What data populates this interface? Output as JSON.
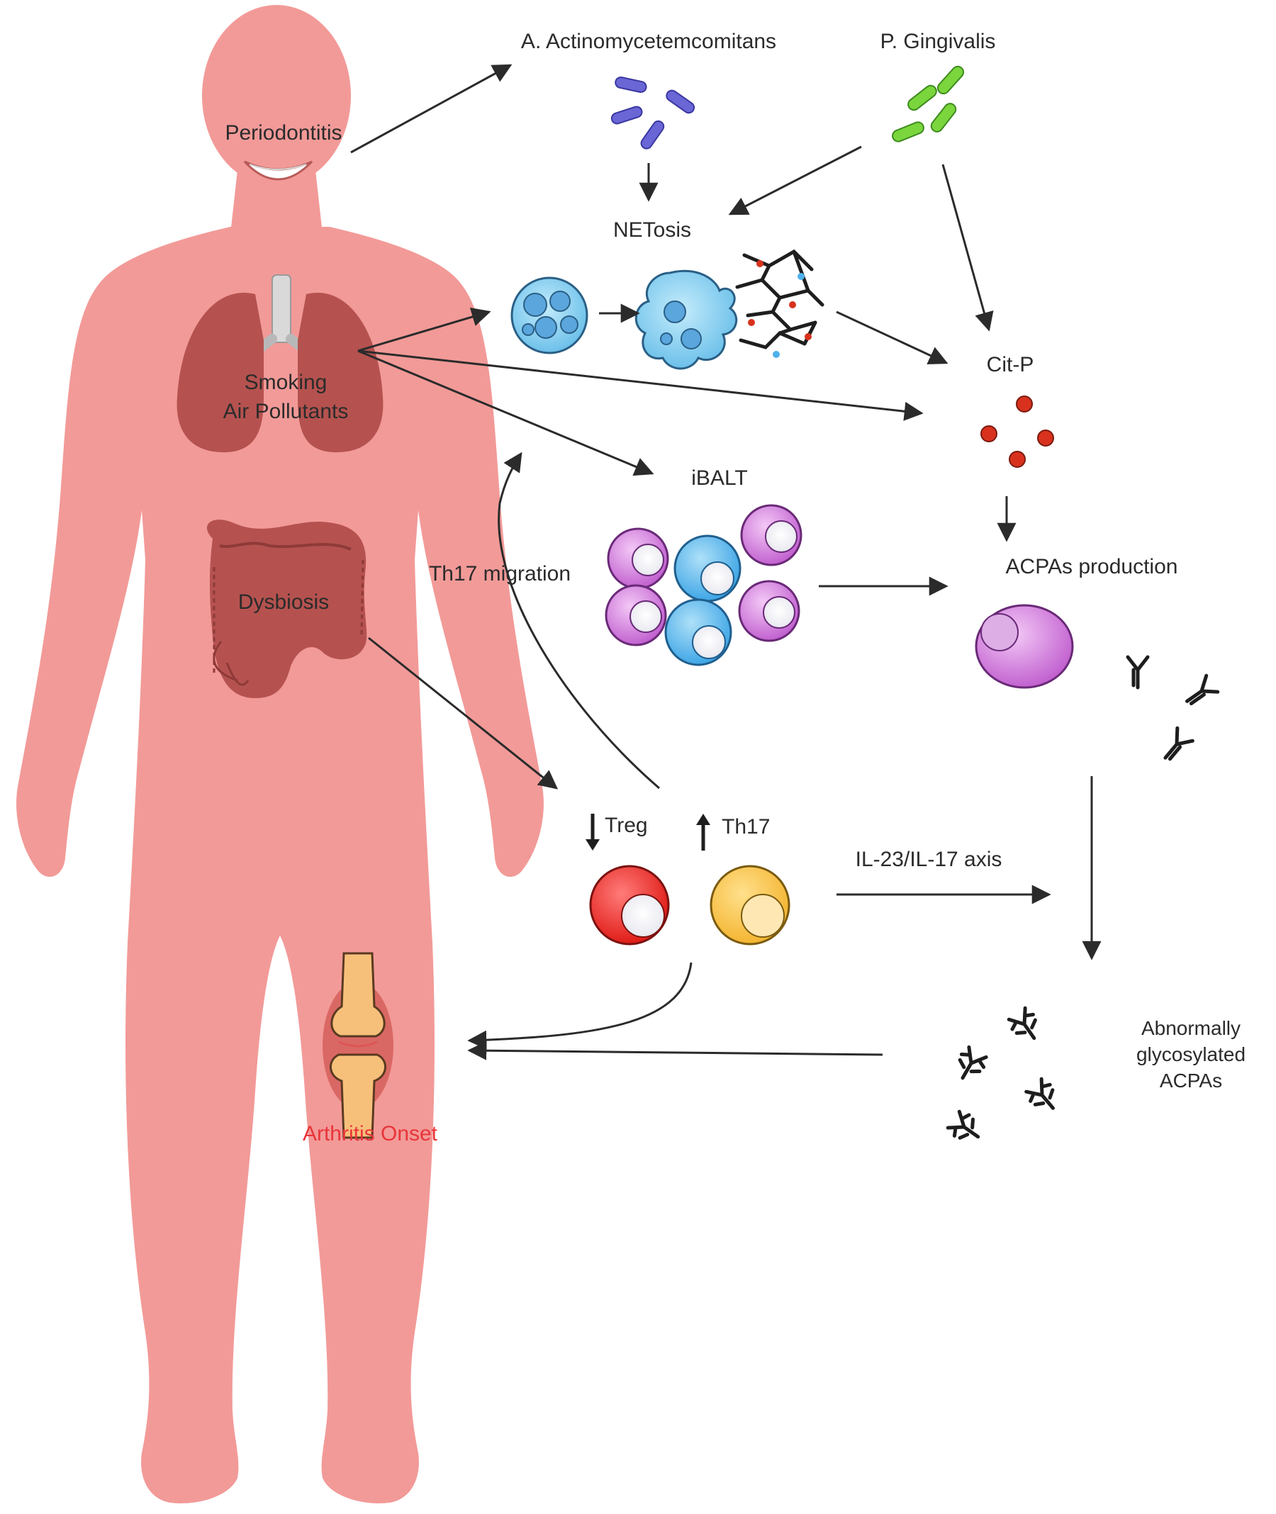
{
  "labels": {
    "periodontitis": "Periodontitis",
    "aa": "A. Actinomycetemcomitans",
    "pg": "P. Gingivalis",
    "netosis": "NETosis",
    "citp": "Cit-P",
    "smoking": "Smoking",
    "air_pollutants": "Air Pollutants",
    "ibalt": "iBALT",
    "acpas_production": "ACPAs production",
    "th17_migration": "Th17 migration",
    "dysbiosis": "Dysbiosis",
    "treg": "Treg",
    "th17": "Th17",
    "il_axis": "IL-23/IL-17 axis",
    "abnormally_line1": "Abnormally",
    "abnormally_line2": "glycosylated",
    "abnormally_line3": "ACPAs",
    "arthritis_onset": "Arthritis Onset"
  },
  "colors": {
    "body": "#f29a98",
    "organ": "#b5524f",
    "aa_bacteria": "#6a66d6",
    "pg_bacteria": "#7ad63c",
    "neutrophil": "#7cc8ee",
    "citp_dot": "#d8321e",
    "bcell": "#c96fd4",
    "tcell_blue": "#4fb1ea",
    "treg": "#e8231f",
    "th17": "#f7c34a",
    "arthritis_text": "#e8353a"
  }
}
